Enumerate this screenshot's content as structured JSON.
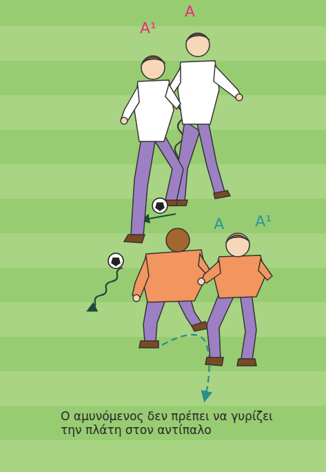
{
  "diagram": {
    "caption": "Ο αμυνόμενος δεν πρέπει να γυρίζει την πλάτη στον αντίπαλο",
    "labels": [
      "A",
      "A¹",
      "A",
      "A¹"
    ]
  }
}
